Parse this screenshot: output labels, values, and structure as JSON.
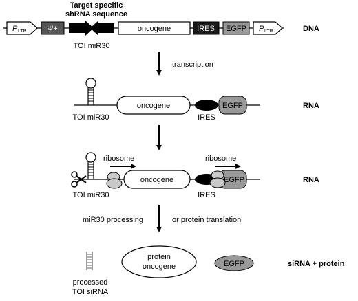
{
  "rows": {
    "dna": {
      "label": "DNA",
      "ltr_p": "P",
      "ltr_sub": "LTR",
      "psi": "Ψ+",
      "target_line1": "Target specific",
      "target_line2": "shRNA sequence",
      "toi": "TOI miR30",
      "oncogene": "oncogene",
      "ires": "IRES",
      "egfp": "EGFP"
    },
    "step1": {
      "label": "transcription"
    },
    "rna1": {
      "label": "RNA",
      "toi": "TOI miR30",
      "oncogene": "oncogene",
      "ires": "IRES",
      "egfp": "EGFP"
    },
    "rna2": {
      "label": "RNA",
      "ribosome_left": "ribosome",
      "ribosome_right": "ribosome",
      "toi": "TOI miR30",
      "oncogene": "oncogene",
      "ires": "IRES",
      "egfp": "EGFP"
    },
    "step3": {
      "left": "miR30 processing",
      "right": "or protein translation"
    },
    "final": {
      "label": "siRNA + protein",
      "protein_line1": "protein",
      "protein_line2": "oncogene",
      "egfp": "EGFP",
      "processed_line1": "processed",
      "processed_line2": "TOI siRNA"
    }
  },
  "colors": {
    "psi_box": "#555555",
    "ires_box": "#1a1a1a",
    "egfp_box": "#999999",
    "ribosome": "#c8c8c8"
  }
}
